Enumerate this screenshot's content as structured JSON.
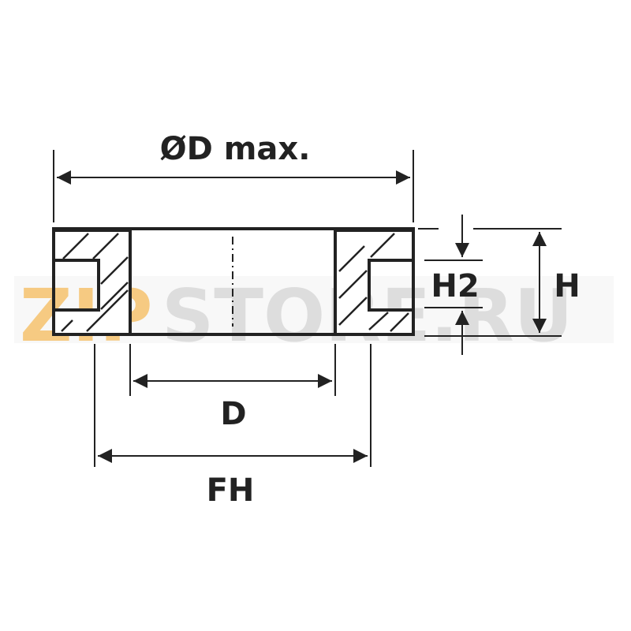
{
  "labels": {
    "od_max": "ØD max.",
    "d": "D",
    "fh": "FH",
    "h2": "H2",
    "h": "H"
  },
  "watermark": {
    "zip": "ZIP",
    "store": "STORE.RU"
  },
  "colors": {
    "line": "#222222",
    "watermark_orange": "#f5a623",
    "watermark_gray": "#c8c8c8",
    "background": "#ffffff"
  }
}
